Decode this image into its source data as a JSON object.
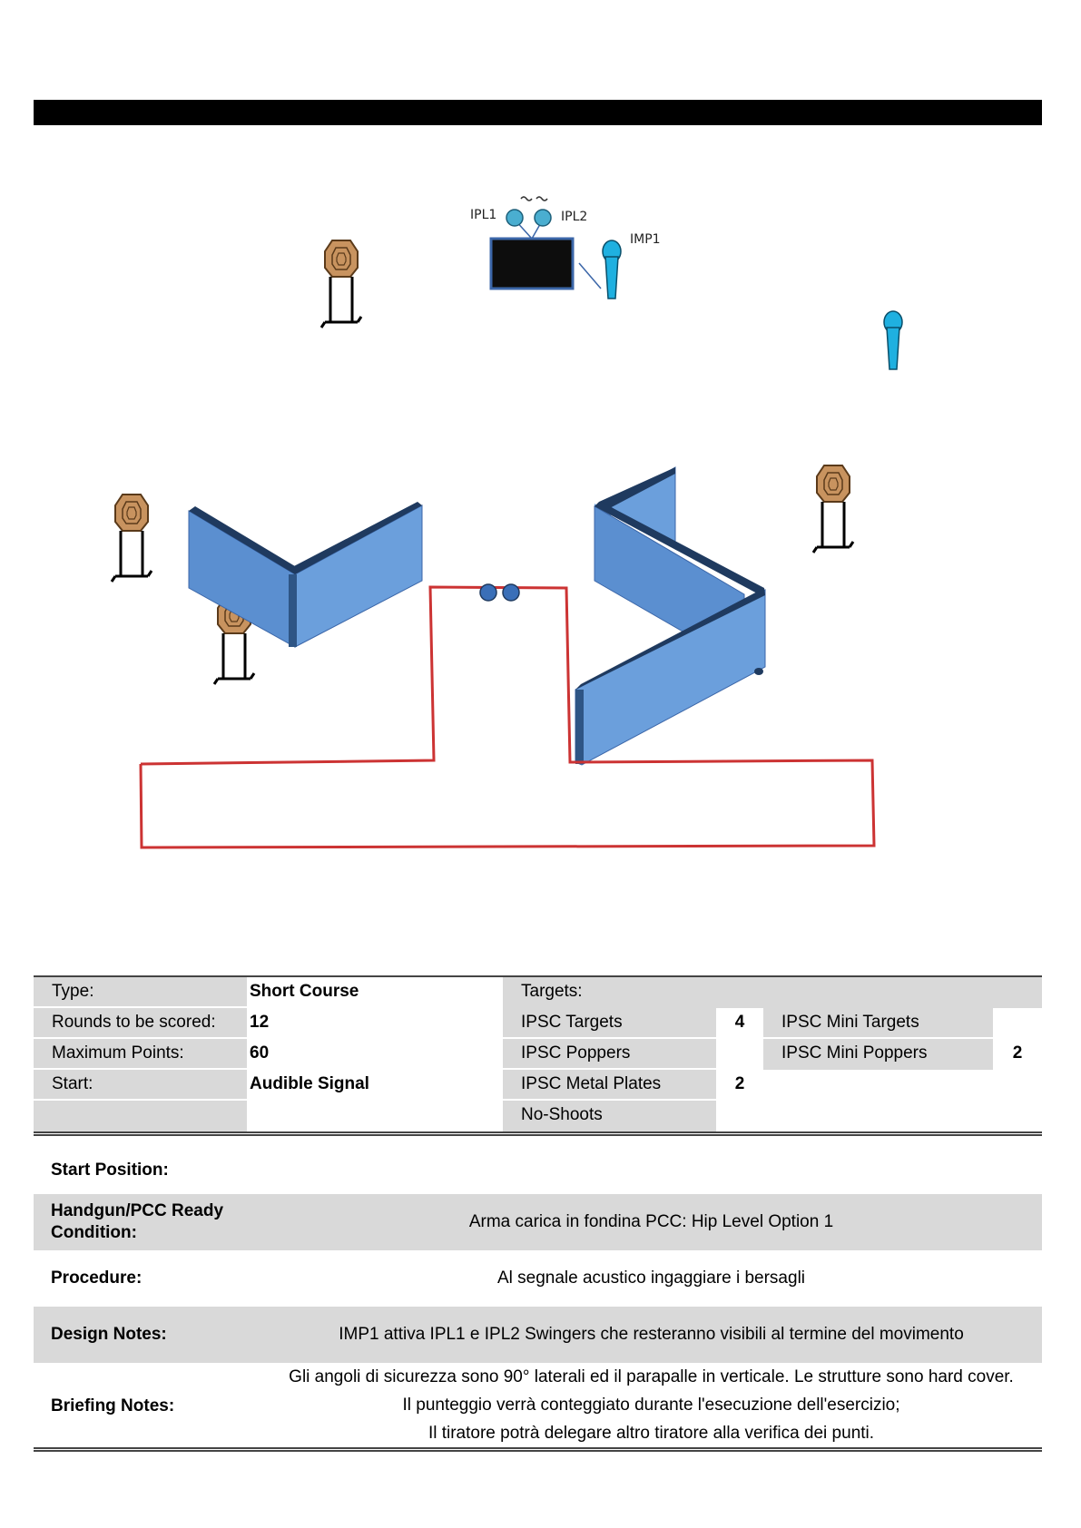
{
  "diagram": {
    "labels": {
      "ipl1": "IPL1",
      "ipl2": "IPL2",
      "imp1": "IMP1"
    },
    "colors": {
      "wall": "#5b8fd0",
      "wall_top": "#1f3a5f",
      "target": "#c8935f",
      "popper": "#1fb0e0",
      "fault_line": "#cc3333"
    }
  },
  "info": {
    "type_label": "Type:",
    "type_value": "Short Course",
    "rounds_label": "Rounds to be scored:",
    "rounds_value": "12",
    "points_label": "Maximum Points:",
    "points_value": "60",
    "start_label": "Start:",
    "start_value": "Audible Signal",
    "targets_label": "Targets:",
    "ipsc_targets_label": "IPSC Targets",
    "ipsc_targets_value": "4",
    "ipsc_poppers_label": "IPSC Poppers",
    "ipsc_metal_plates_label": "IPSC Metal Plates",
    "ipsc_metal_plates_value": "2",
    "no_shoots_label": "No-Shoots",
    "mini_targets_label": "IPSC Mini Targets",
    "mini_poppers_label": "IPSC Mini Poppers",
    "mini_poppers_value": "2"
  },
  "notes": {
    "start_position_label": "Start Position:",
    "ready_label_line1": "Handgun/PCC Ready",
    "ready_label_line2": "Condition:",
    "ready_value": "Arma carica in fondina PCC: Hip Level Option 1",
    "procedure_label": "Procedure:",
    "procedure_value": "Al segnale acustico ingaggiare i bersagli",
    "design_label": "Design Notes:",
    "design_value": "IMP1 attiva IPL1 e IPL2 Swingers che resteranno visibili al termine del movimento",
    "briefing_label": "Briefing Notes:",
    "briefing_line1": "Gli angoli di sicurezza sono 90° laterali ed il parapalle in verticale. Le strutture sono hard cover.",
    "briefing_line2": "Il punteggio verrà conteggiato durante l'esecuzione dell'esercizio;",
    "briefing_line3": "Il tiratore potrà delegare altro tiratore alla verifica dei punti."
  }
}
